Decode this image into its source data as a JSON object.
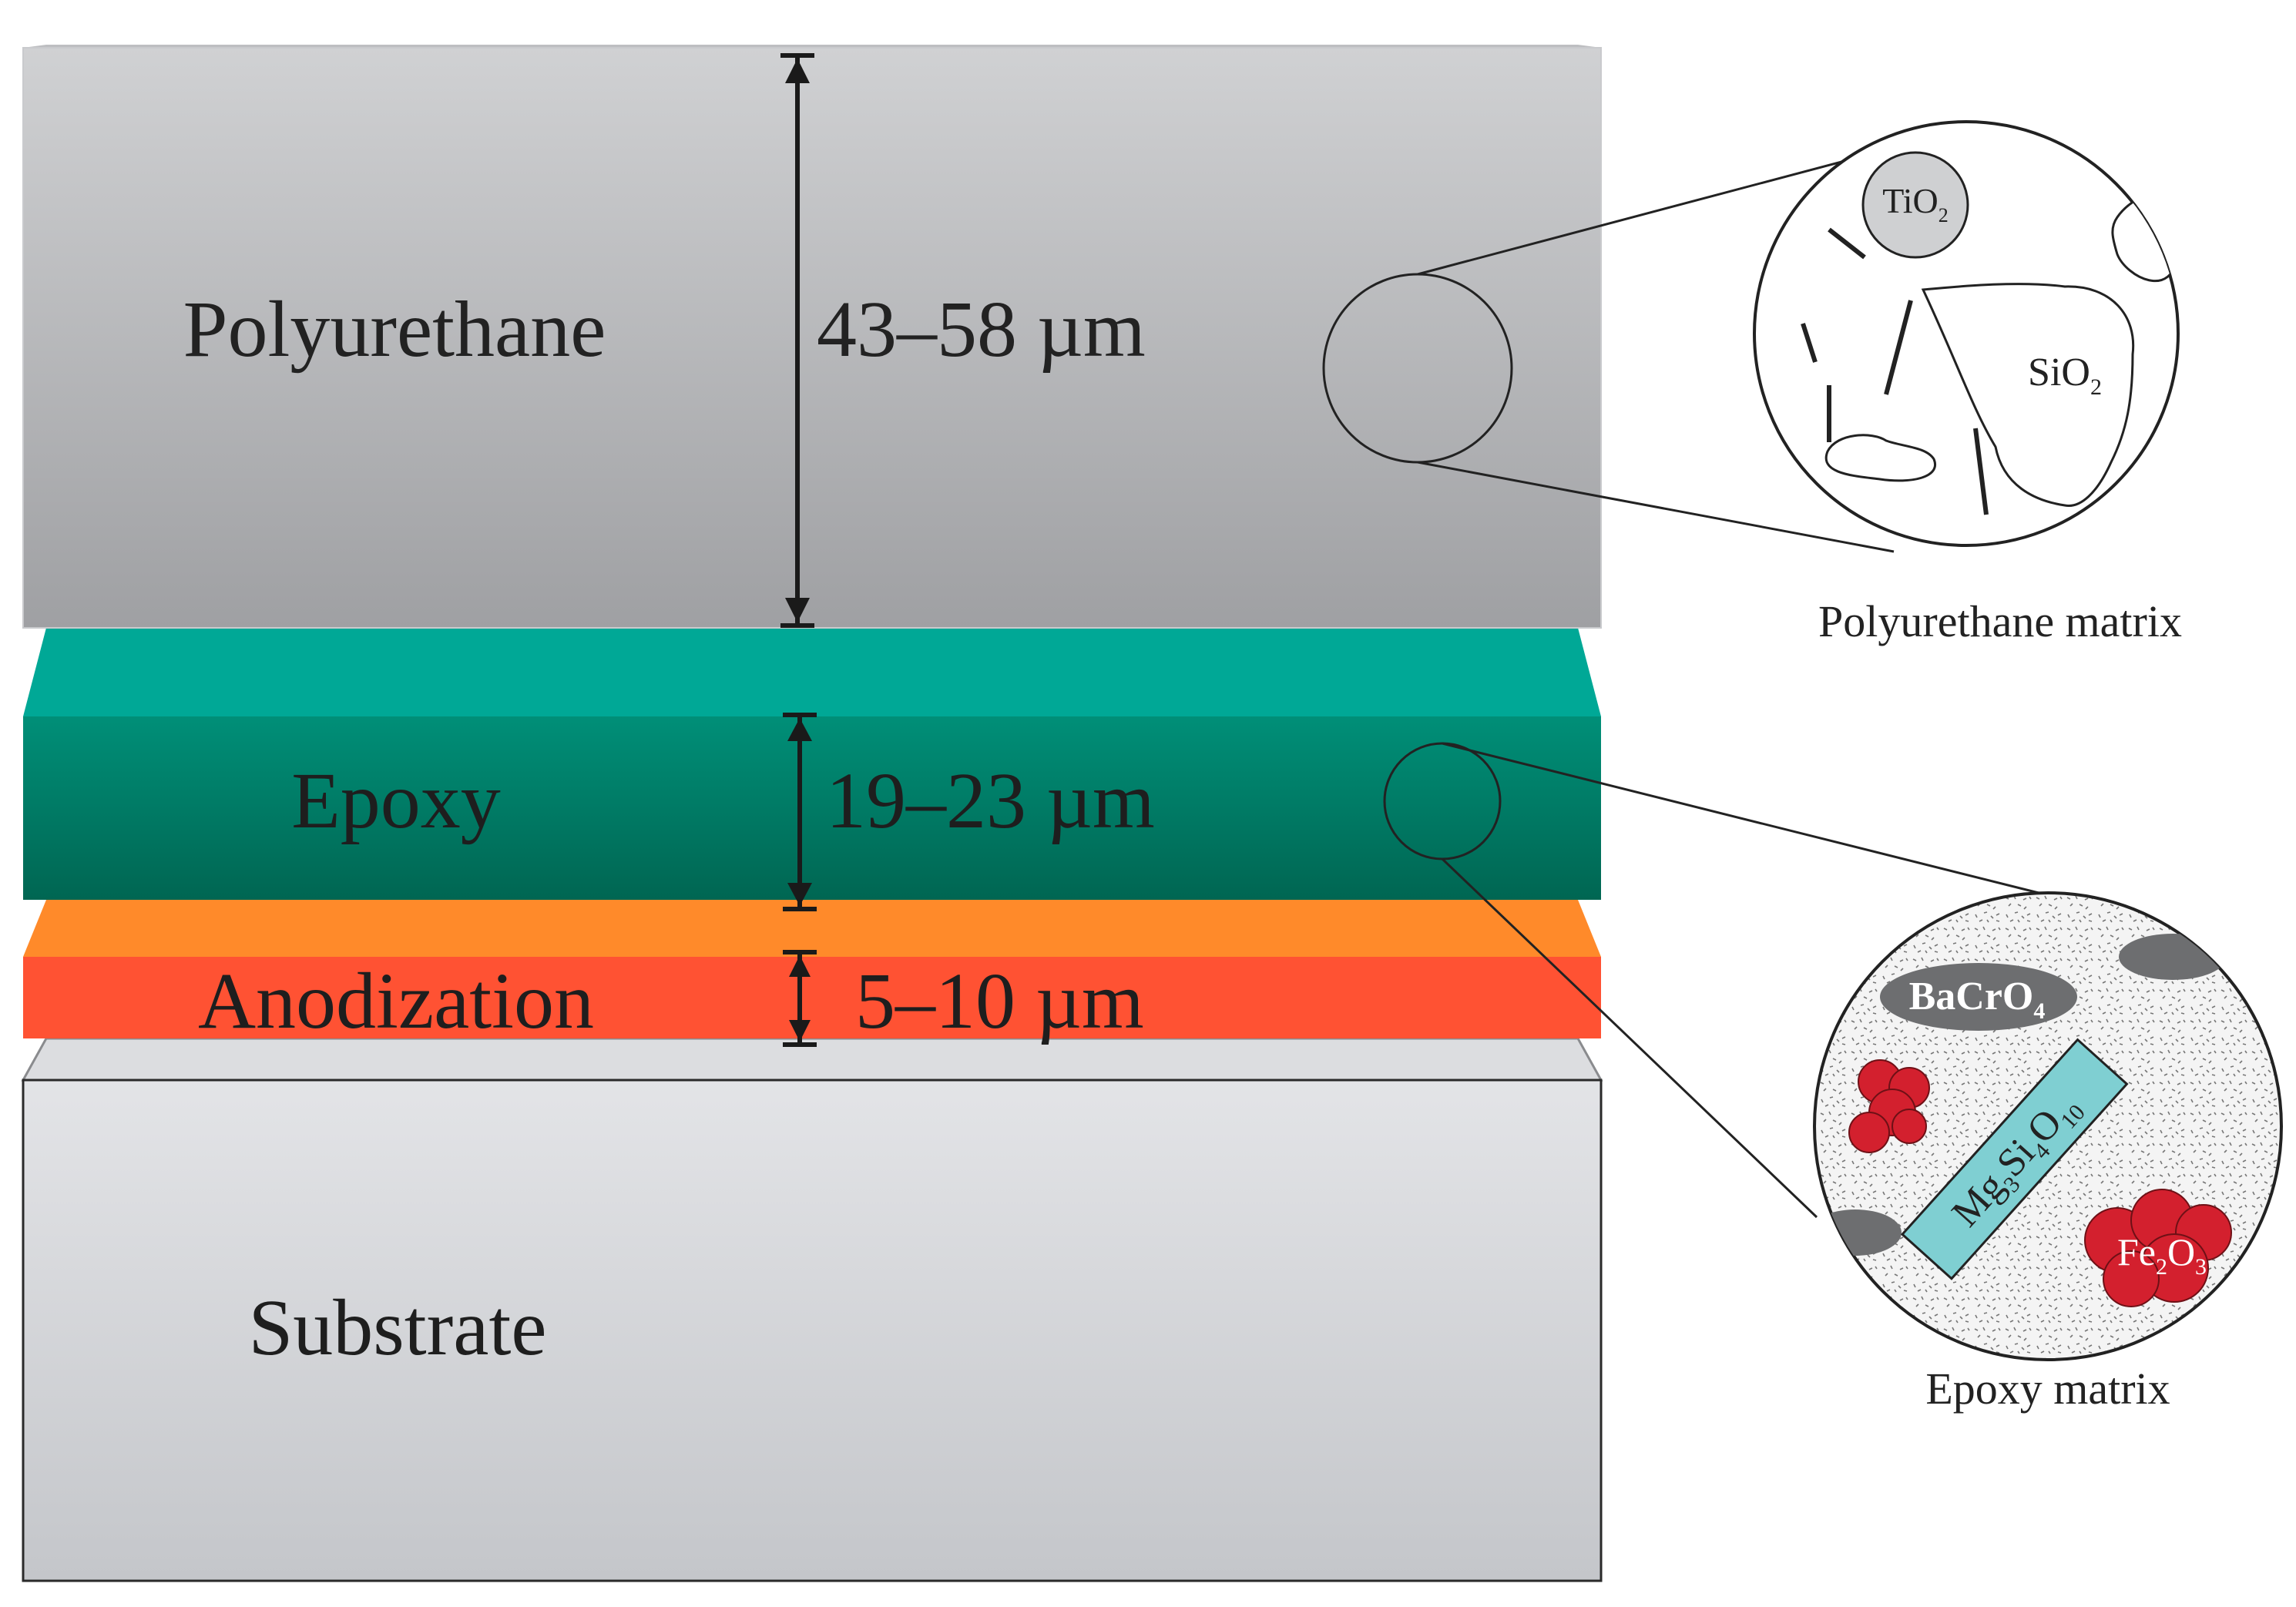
{
  "layers": {
    "polyurethane": {
      "label": "Polyurethane",
      "thickness": "43–58 µm",
      "color": "#a9aaad"
    },
    "epoxy": {
      "label": "Epoxy",
      "thickness": "19–23 µm",
      "color": "#007d66"
    },
    "anodization": {
      "label": "Anodization",
      "thickness": "5–10 µm",
      "color": "#ff5233"
    },
    "substrate": {
      "label": "Substrate",
      "color": "#d6d8dc"
    }
  },
  "callouts": {
    "polyurethane_matrix": {
      "caption": "Polyurethane matrix",
      "tio2": {
        "base": "TiO",
        "sub": "2"
      },
      "sio2": {
        "base": "SiO",
        "sub": "2"
      }
    },
    "epoxy_matrix": {
      "caption": "Epoxy matrix",
      "bacro4": {
        "base": "BaCrO",
        "sub": "4"
      },
      "mg3si4o10": {
        "p1": "Mg",
        "s1": "3",
        "p2": "Si",
        "s2": "4",
        "p3": "O",
        "s3": "10"
      },
      "fe2o3": {
        "p1": "Fe",
        "s1": "2",
        "p2": "O",
        "s2": "3"
      }
    }
  },
  "colors": {
    "bacro4": "#6d6e70",
    "mg3si4o10": "#7fcfd2",
    "fe2o3": "#d3202e",
    "arrow": "#1a1a1a",
    "orange_top": "#ff8a2a",
    "teal_top": "#00a896"
  }
}
